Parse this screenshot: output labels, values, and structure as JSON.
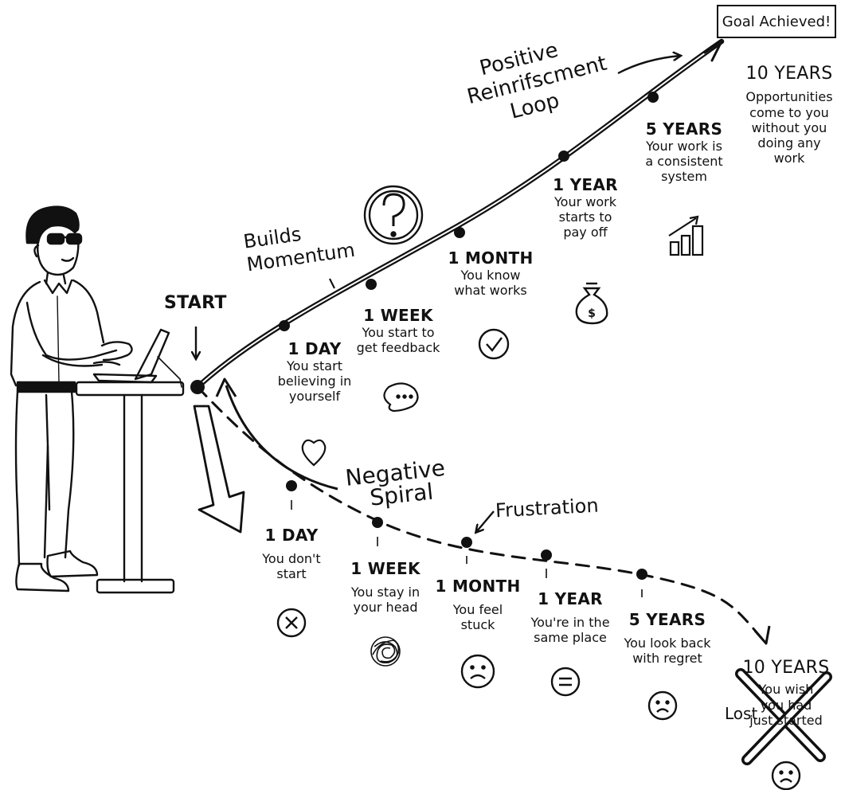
{
  "start_label": "START",
  "goal": "Goal Achieved!",
  "positive": {
    "loop_label": [
      "Positive",
      "Reinrifscment",
      "Loop"
    ],
    "momentum_label": [
      "Builds",
      "Momentum"
    ],
    "steps": [
      {
        "time": "1 DAY",
        "desc": [
          "You start",
          "believing in",
          "yourself"
        ],
        "icon": "heart-icon"
      },
      {
        "time": "1 WEEK",
        "desc": [
          "You start to",
          "get feedback"
        ],
        "icon": "speech-bubble-icon"
      },
      {
        "time": "1 MONTH",
        "desc": [
          "You know",
          "what works"
        ],
        "icon": "check-circle-icon"
      },
      {
        "time": "1 YEAR",
        "desc": [
          "Your work",
          "starts to",
          "pay off"
        ],
        "icon": "money-bag-icon"
      },
      {
        "time": "5 YEARS",
        "desc": [
          "Your work is",
          "a consistent",
          "system"
        ],
        "icon": "growth-chart-icon"
      },
      {
        "time": "10 YEARS",
        "desc": [
          "Opportunities",
          "come to you",
          "without you",
          "doing any",
          "work"
        ],
        "icon": ""
      }
    ]
  },
  "negative": {
    "spiral_label": [
      "Negative",
      "Spiral"
    ],
    "frustration_label": "Frustration",
    "steps": [
      {
        "time": "1 DAY",
        "desc": [
          "You don't",
          "start"
        ],
        "icon": "x-circle-icon"
      },
      {
        "time": "1 WEEK",
        "desc": [
          "You stay in",
          "your head"
        ],
        "icon": "tangled-scribble-icon"
      },
      {
        "time": "1 MONTH",
        "desc": [
          "You feel",
          "stuck"
        ],
        "icon": "sad-face-icon"
      },
      {
        "time": "1 YEAR",
        "desc": [
          "You're in the",
          "same place"
        ],
        "icon": "equals-circle-icon"
      },
      {
        "time": "5 YEARS",
        "desc": [
          "You look back",
          "with regret"
        ],
        "icon": "sad-face-icon"
      },
      {
        "time": "10 YEARS",
        "desc": [
          "You wish",
          "you had",
          "just started"
        ],
        "icon": "sad-face-icon"
      }
    ],
    "lost_label": "Lost"
  }
}
